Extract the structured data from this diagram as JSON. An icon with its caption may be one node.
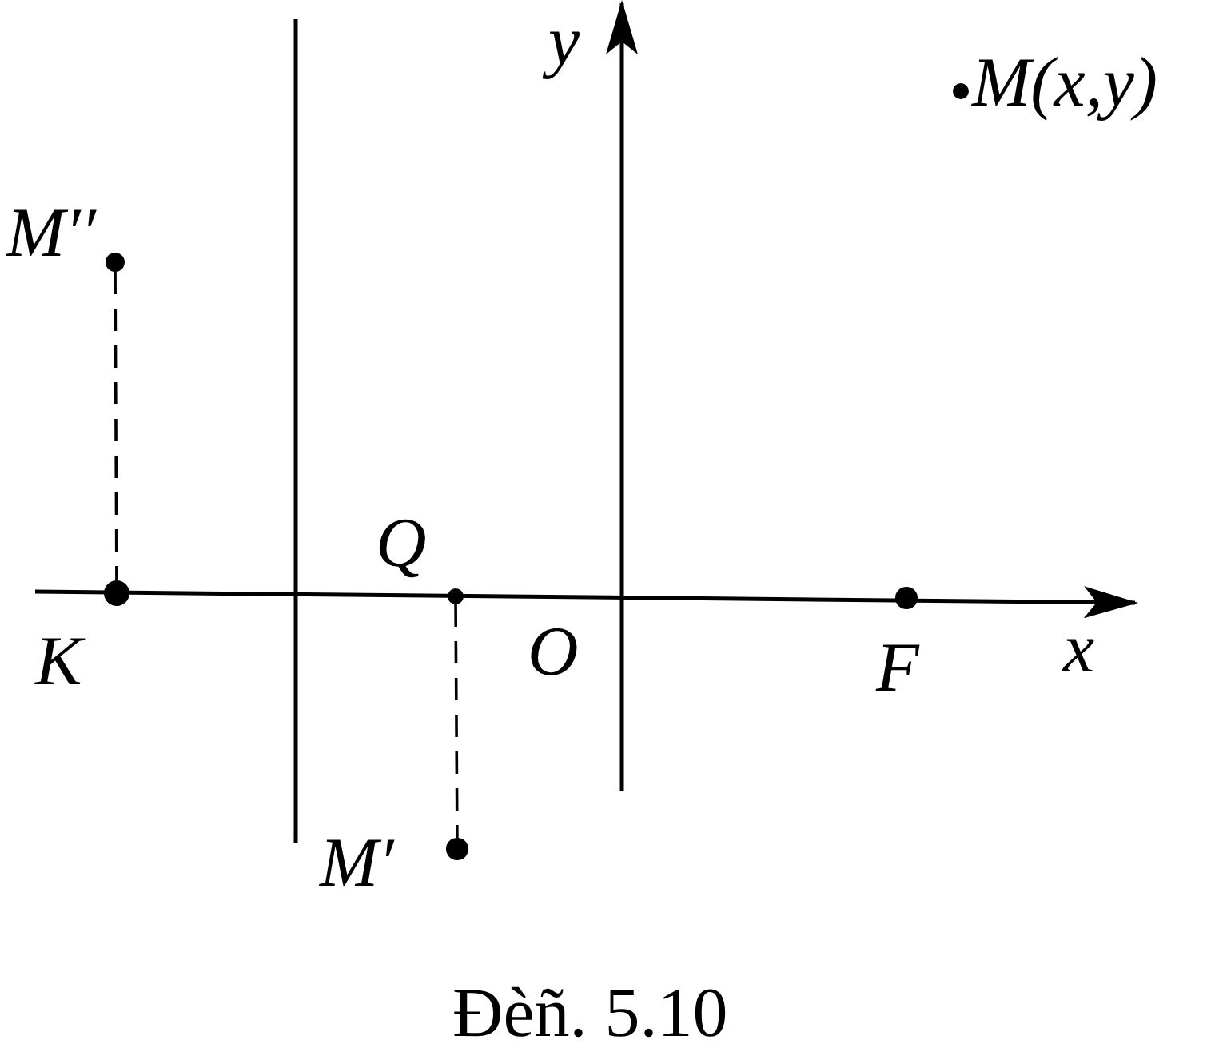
{
  "diagram": {
    "caption": "Đèñ. 5.10",
    "nodes": [
      {
        "text": [],
        "shape": "circle",
        "beside": [
          "M(x,y)"
        ]
      },
      {
        "text": [],
        "shape": "circle",
        "beside": [
          "M′′"
        ]
      },
      {
        "text": [],
        "shape": "circle",
        "beside": [
          "K"
        ]
      },
      {
        "text": [],
        "shape": "circle",
        "beside": [
          "Q"
        ]
      },
      {
        "text": [],
        "shape": "circle",
        "beside": [
          "F"
        ]
      },
      {
        "text": [],
        "shape": "circle",
        "beside": [
          "M′"
        ]
      }
    ],
    "edges": [
      {
        "from": 1,
        "to": 2,
        "arrow": "none",
        "style": "dashed"
      },
      {
        "from": 3,
        "to": 5,
        "arrow": "none",
        "style": "dashed"
      }
    ],
    "labels": [
      "y",
      "O",
      "x"
    ]
  }
}
